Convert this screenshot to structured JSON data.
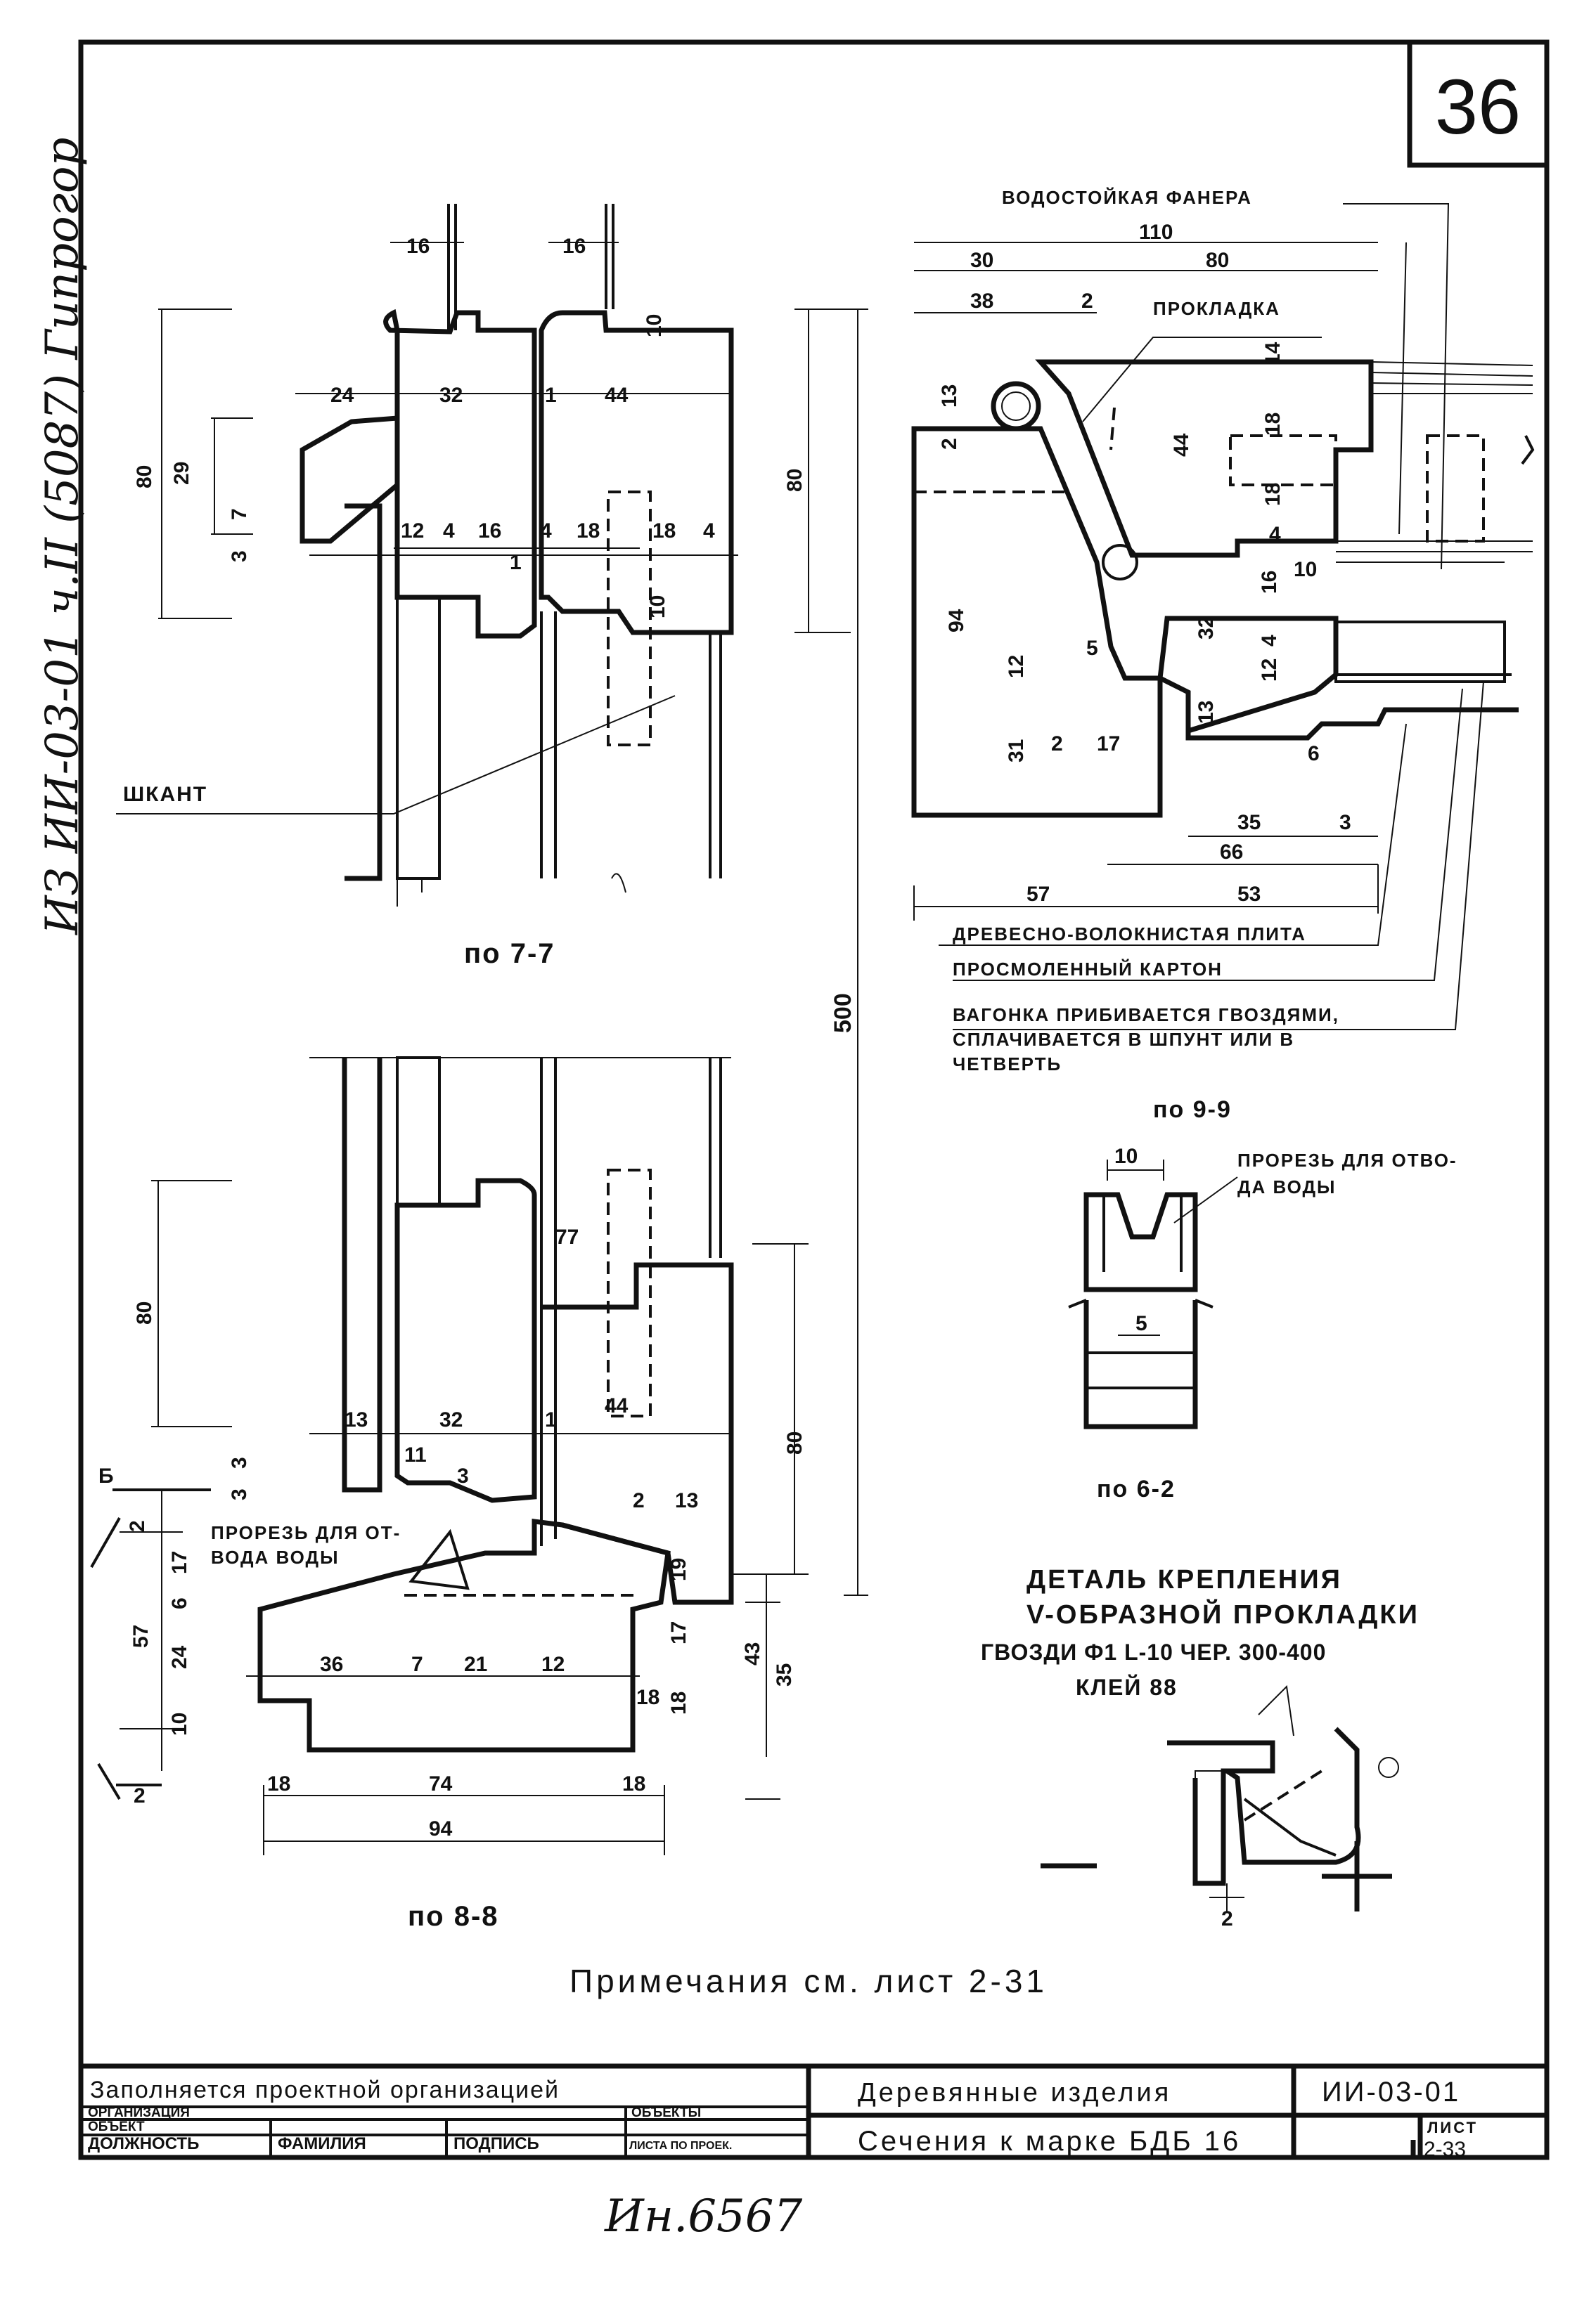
{
  "sheet_number": "36",
  "margin_note": "ИЗ ИИ-03-01 ч.II (5087) Гипрогор",
  "inventory": "Ин.6567",
  "sections": {
    "s77": "по 7-7",
    "s88": "по 8-8",
    "s99": "по 9-9",
    "s62": "по 6-2"
  },
  "labels": {
    "shkant": "ШКАНТ",
    "plywood": "ВОДОСТОЙКАЯ ФАНЕРА",
    "gasket": "ПРОКЛАДКА",
    "fiberboard": "ДРЕВЕСНО-ВОЛОКНИСТАЯ ПЛИТА",
    "tar_paper": "ПРОСМОЛЕННЫЙ КАРТОН",
    "vagonka": [
      "ВАГОНКА ПРИБИВАЕТСЯ ГВОЗДЯМИ,",
      "СПЛАЧИВАЕТСЯ В ШПУНТ ИЛИ В",
      "ЧЕТВЕРТЬ"
    ],
    "slot_water_a": [
      "ПРОРЕЗЬ ДЛЯ ОТ-",
      "ВОДА ВОДЫ"
    ],
    "slot_water_b": [
      "ПРОРЕЗЬ ДЛЯ ОТВО-",
      "ДА ВОДЫ"
    ],
    "detail_title": [
      "ДЕТАЛЬ КРЕПЛЕНИЯ",
      "V-ОБРАЗНОЙ ПРОКЛАДКИ"
    ],
    "nails": "ГВОЗДИ Ф1 L-10 ЧЕР. 300-400",
    "glue": "КЛЕЙ 88",
    "note": "Примечания см. лист 2-31"
  },
  "dims": {
    "d16a": "16",
    "d16b": "16",
    "d80a": "80",
    "d29": "29",
    "d7": "7",
    "d3": "3",
    "d24": "24",
    "d32a": "32",
    "d1a": "1",
    "d44a": "44",
    "d10a": "10",
    "d12a": "12",
    "d4a": "4",
    "d16c": "16",
    "d4b": "4",
    "d18a": "18",
    "d18b": "18",
    "d4c": "4",
    "d1b": "1",
    "d10b": "10",
    "d80b": "80",
    "d500": "500",
    "d110": "110",
    "d30": "30",
    "d80c": "80",
    "d38": "38",
    "d2a": "2",
    "d14": "14",
    "d13a": "13",
    "d2b": "2",
    "d18c": "18",
    "d44b": "44",
    "d18d": "18",
    "d4d": "4",
    "d94a": "94",
    "d16d": "16",
    "d10c": "10",
    "d5a": "5",
    "d12b": "12",
    "d4e": "4",
    "d32b": "32",
    "d12c": "12",
    "d13b": "13",
    "d31": "31",
    "d2c": "2",
    "d17a": "17",
    "d6": "6",
    "d35a": "35",
    "d3b": "3",
    "d66": "66",
    "d57a": "57",
    "d53": "53",
    "d77": "77",
    "d80d": "80",
    "d44c": "44",
    "d13c": "13",
    "d32c": "32",
    "d1c": "1",
    "d11": "11",
    "d3c": "3",
    "d3d": "3",
    "d3e": "3",
    "d80e": "80",
    "d2d": "2",
    "d13d": "13",
    "d2e": "2",
    "d17b": "17",
    "d6b": "6",
    "d57b": "57",
    "d24b": "24",
    "d10d": "10",
    "d19": "19",
    "d17c": "17",
    "d43": "43",
    "d35b": "35",
    "d18e": "18",
    "d18f": "18",
    "d36": "36",
    "d7b": "7",
    "d21": "21",
    "d12d": "12",
    "d18g": "18",
    "d74": "74",
    "d18h": "18",
    "d94b": "94",
    "b_mark": "Б",
    "two_mark": "2",
    "d10e": "10",
    "d5b": "5",
    "d2f": "2"
  },
  "title_block": {
    "filled_by": "Заполняется проектной организацией",
    "organization": "ОРГАНИЗАЦИЯ",
    "object": "ОБЪЕКТ",
    "objects_col": "ОБЪЕКТЫ",
    "position": "ДОЛЖНОСТЬ",
    "surname": "ФАМИЛИЯ",
    "signature": "ПОДПИСЬ",
    "sheets_project": "ЛИСТА ПО ПРОЕК.",
    "product_group": "Деревянные изделия",
    "series": "ИИ-03-01",
    "drawing_title": "Сечения к марке БДБ 16",
    "sheet_label": "ЛИСТ",
    "sheet_value": "2-33"
  }
}
